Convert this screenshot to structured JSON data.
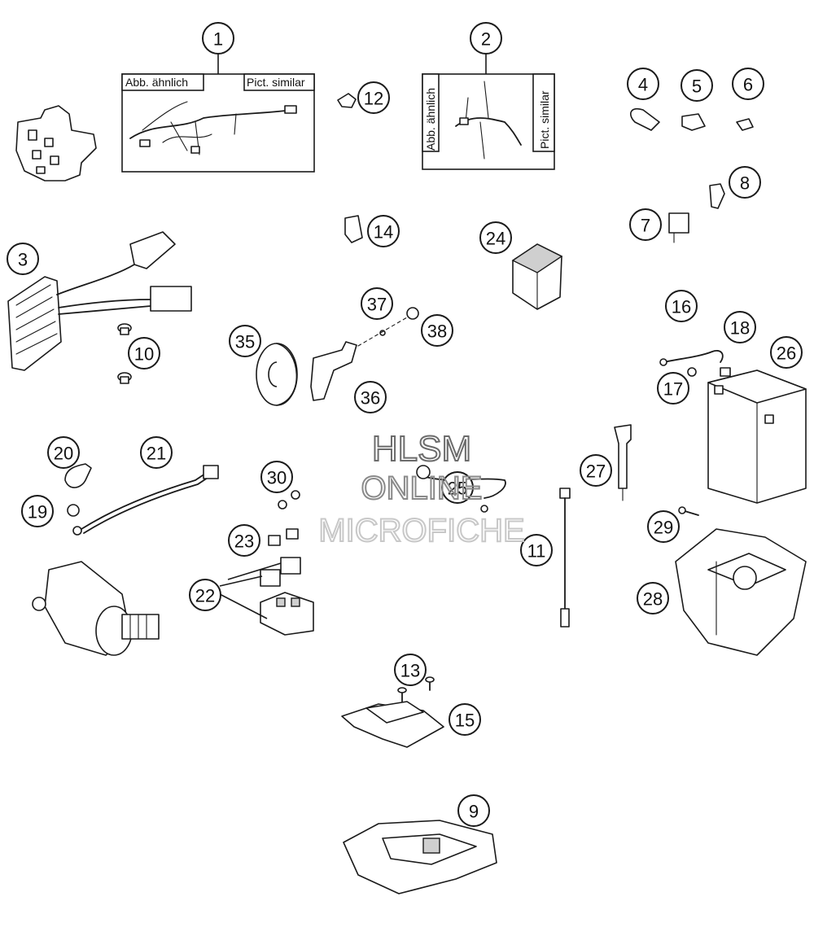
{
  "diagram": {
    "subassembly_labels": {
      "similar_de": "Abb. ähnlich",
      "similar_en": "Pict. similar"
    },
    "watermark": {
      "line1": "HLSM",
      "line2": "ONLINE",
      "line3": "MICROFICHE",
      "color_dark": "#6b6b6b",
      "color_light": "#c8c8c8"
    },
    "callouts": [
      {
        "id": "1",
        "label": "1"
      },
      {
        "id": "2",
        "label": "2"
      },
      {
        "id": "3",
        "label": "3"
      },
      {
        "id": "4",
        "label": "4"
      },
      {
        "id": "5",
        "label": "5"
      },
      {
        "id": "6",
        "label": "6"
      },
      {
        "id": "7",
        "label": "7"
      },
      {
        "id": "8",
        "label": "8"
      },
      {
        "id": "9",
        "label": "9"
      },
      {
        "id": "10",
        "label": "10"
      },
      {
        "id": "11",
        "label": "11"
      },
      {
        "id": "12",
        "label": "12"
      },
      {
        "id": "13",
        "label": "13"
      },
      {
        "id": "14",
        "label": "14"
      },
      {
        "id": "15",
        "label": "15"
      },
      {
        "id": "16",
        "label": "16"
      },
      {
        "id": "17",
        "label": "17"
      },
      {
        "id": "18",
        "label": "18"
      },
      {
        "id": "19",
        "label": "19"
      },
      {
        "id": "20",
        "label": "20"
      },
      {
        "id": "21",
        "label": "21"
      },
      {
        "id": "22",
        "label": "22"
      },
      {
        "id": "23",
        "label": "23"
      },
      {
        "id": "24",
        "label": "24"
      },
      {
        "id": "25",
        "label": "25"
      },
      {
        "id": "26",
        "label": "26"
      },
      {
        "id": "27",
        "label": "27"
      },
      {
        "id": "28",
        "label": "28"
      },
      {
        "id": "29",
        "label": "29"
      },
      {
        "id": "30",
        "label": "30"
      },
      {
        "id": "35",
        "label": "35"
      },
      {
        "id": "36",
        "label": "36"
      },
      {
        "id": "37",
        "label": "37"
      },
      {
        "id": "38",
        "label": "38"
      }
    ]
  }
}
